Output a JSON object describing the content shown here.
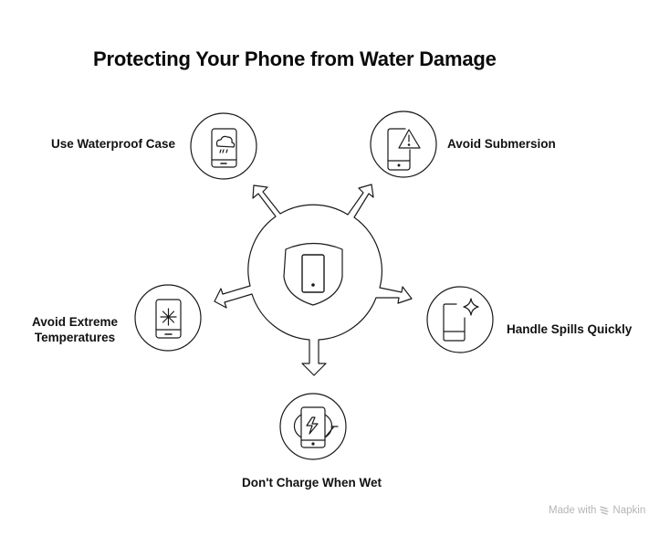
{
  "title": "Protecting Your Phone from Water Damage",
  "center": {
    "icon": "shield-phone-icon"
  },
  "nodes": [
    {
      "label": "Use Waterproof Case",
      "icon": "phone-rain-cloud-icon"
    },
    {
      "label": "Avoid Submersion",
      "icon": "phone-warning-icon"
    },
    {
      "label": "Handle Spills Quickly",
      "icon": "phone-sparkle-icon"
    },
    {
      "label": "Don't Charge When Wet",
      "icon": "phone-wireless-charging-icon"
    },
    {
      "label_line1": "Avoid Extreme",
      "label_line2": "Temperatures",
      "icon": "phone-snowflake-icon"
    }
  ],
  "footer": {
    "text": "Made with",
    "brand": "Napkin",
    "icon": "napkin-logo-icon"
  },
  "colors": {
    "stroke": "#1a1a1a",
    "background": "#ffffff",
    "footer_text": "#b5b5b5"
  }
}
